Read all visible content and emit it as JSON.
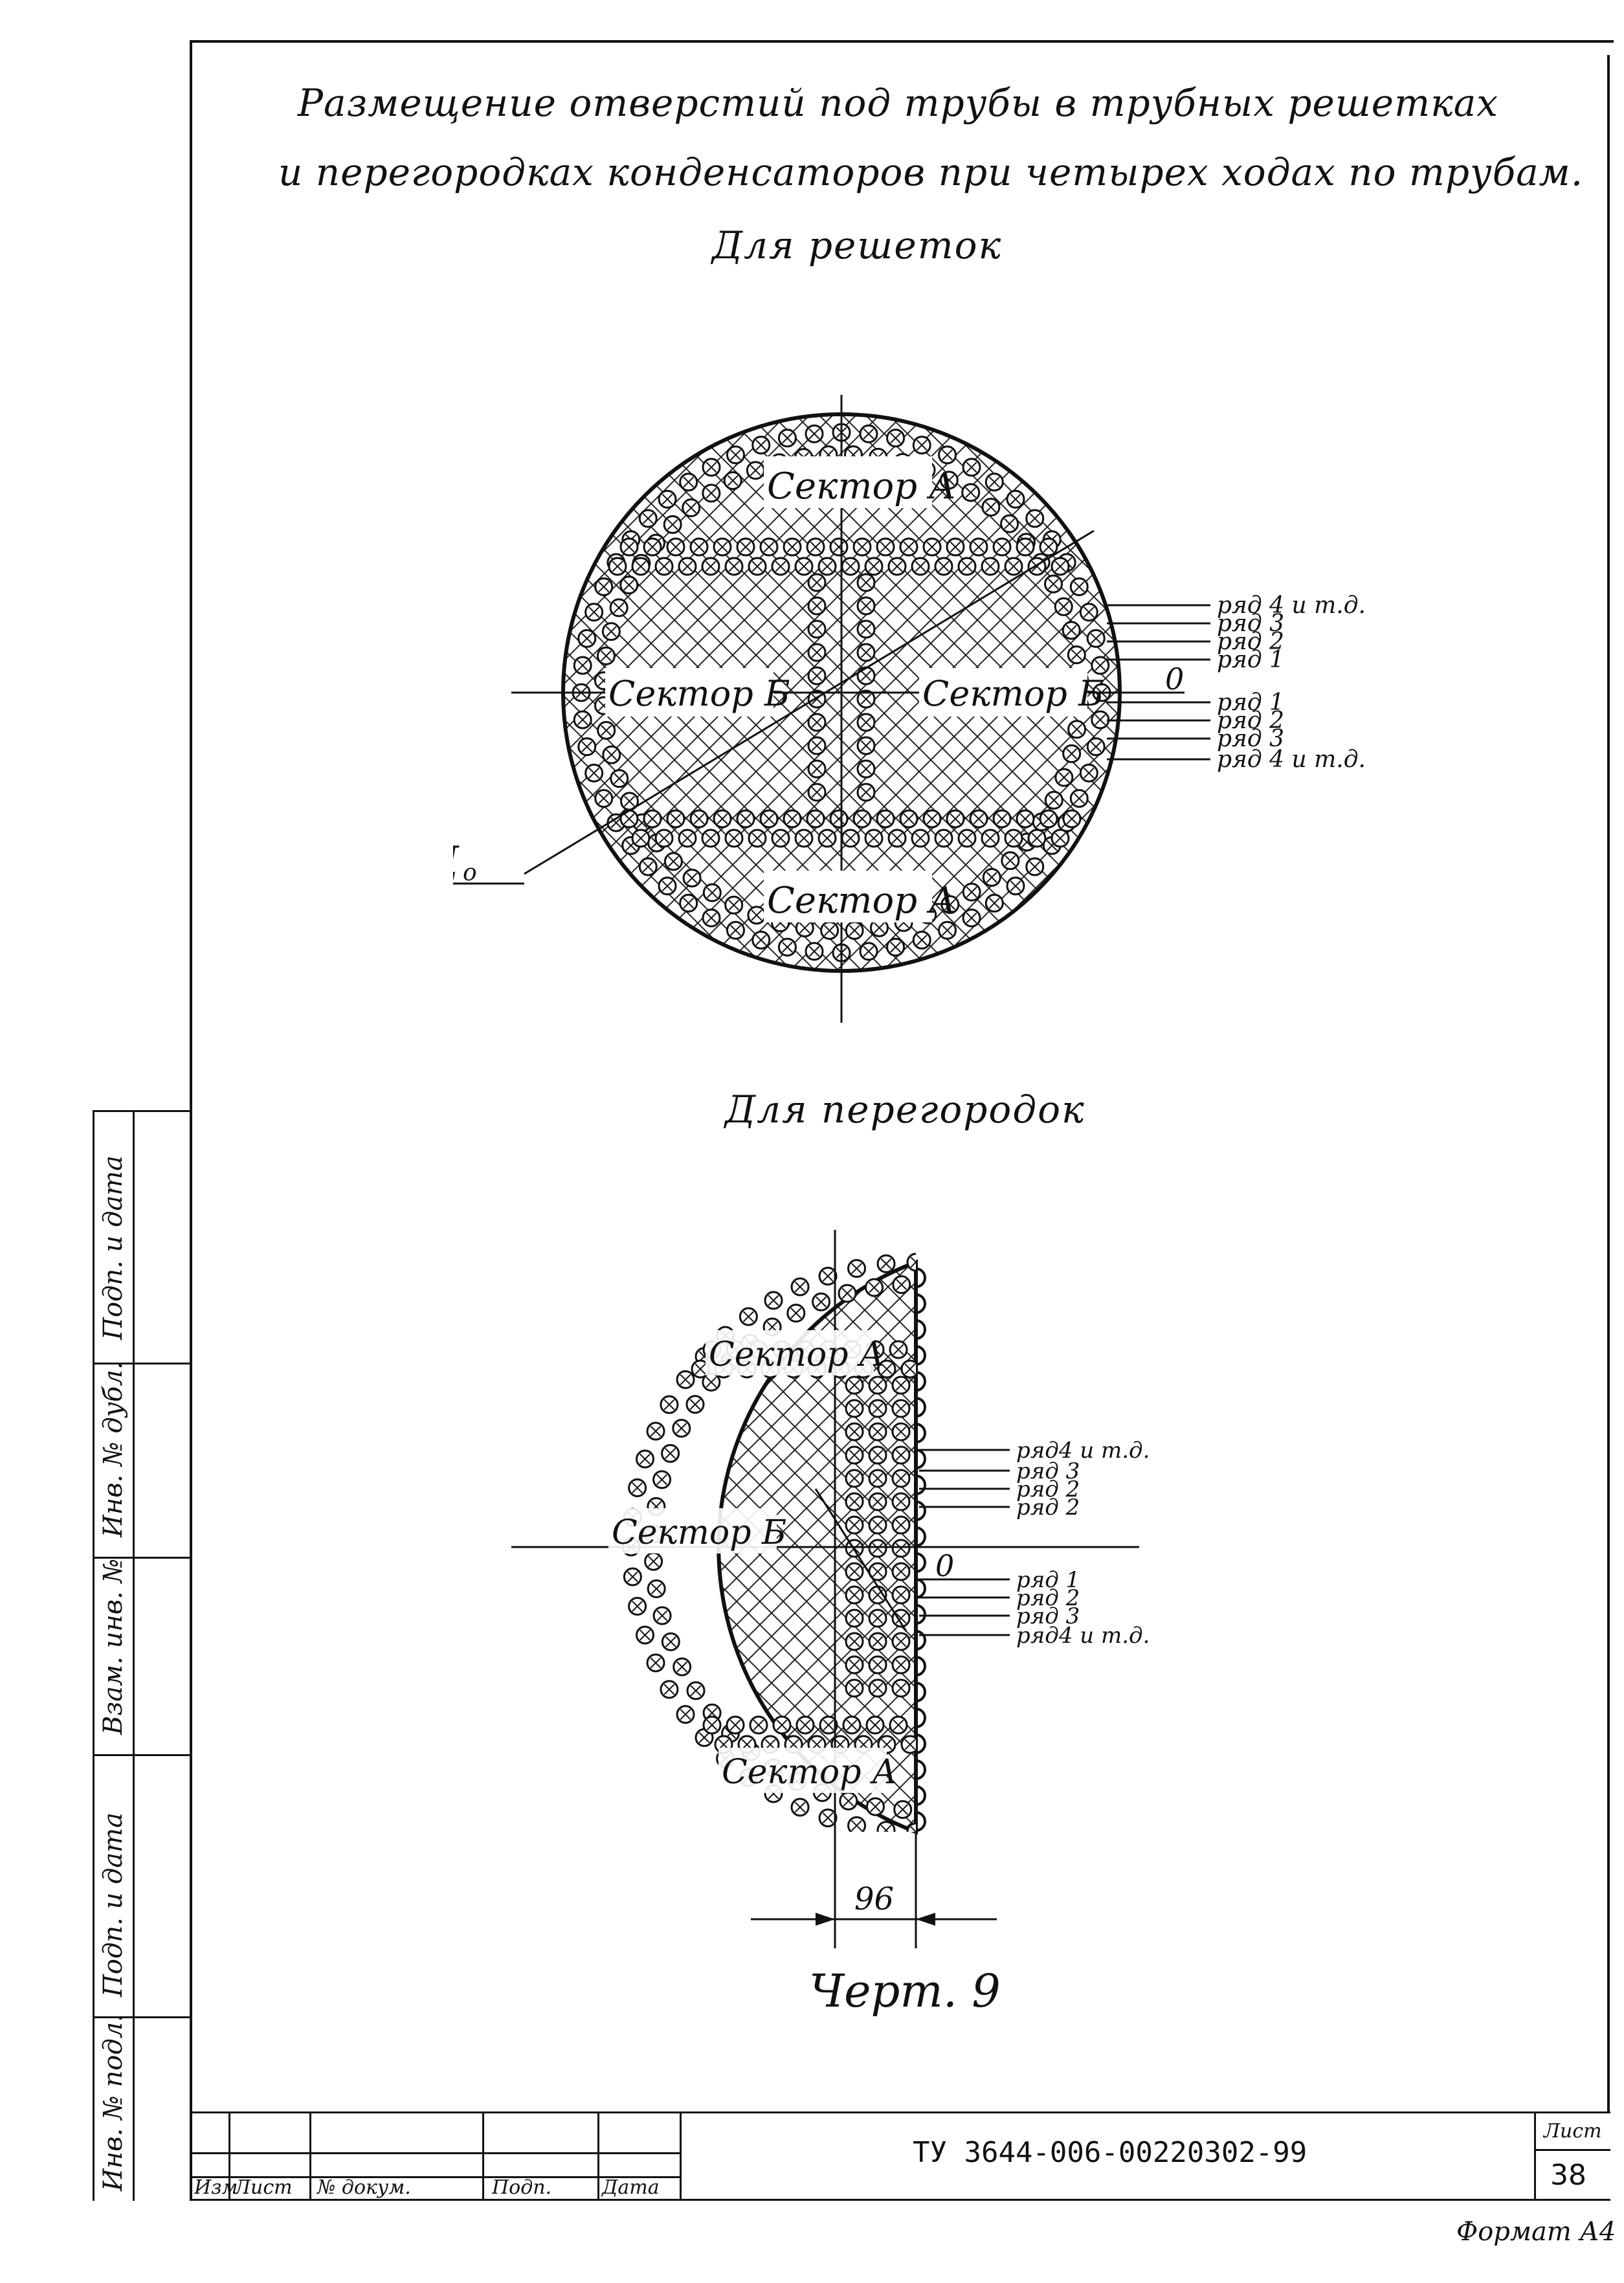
{
  "title": {
    "line1": "Размещение отверстий под трубы в трубных решетках",
    "line2": "и перегородках конденсаторов при четырех ходах по трубам."
  },
  "subtitle_grates": "Для решеток",
  "subtitle_partitions": "Для перегородок",
  "top_figure": {
    "sector_a_top": "Сектор А",
    "sector_a_bottom": "Сектор А",
    "sector_b_left": "Сектор Б",
    "sector_b_right": "Сектор Б",
    "zero_mark": "0",
    "diameter_label": "Д",
    "diameter_sub": "о",
    "row_labels": [
      "ряд 4 и т.д.",
      "ряд 3",
      "ряд 2",
      "ряд 1",
      "ряд 1",
      "ряд 2",
      "ряд 3",
      "ряд 4 и т.д."
    ]
  },
  "bottom_figure": {
    "sector_a_top": "Сектор А",
    "sector_a_bottom": "Сектор А",
    "sector_b": "Сектор Б",
    "zero_mark": "0",
    "dimension": "96",
    "row_labels": [
      "ряд4 и т.д.",
      "ряд 3",
      "ряд 2",
      "ряд 2",
      "ряд 1",
      "ряд 2",
      "ряд 3",
      "ряд4 и т.д."
    ]
  },
  "figure_caption": "Черт. 9",
  "side_stamp": {
    "labels": [
      "Подп. и дата",
      "Инв. № дубл.",
      "Взам. инв. №",
      "Подп. и дата",
      "Инв. № подл."
    ]
  },
  "title_block": {
    "columns": [
      "Изм",
      "Лист",
      "№ докум.",
      "Подп.",
      "Дата"
    ],
    "document_code": "ТУ 3644-006-00220302-99",
    "sheet_label": "Лист",
    "sheet_number": "38"
  },
  "format_label": "Формат А4"
}
